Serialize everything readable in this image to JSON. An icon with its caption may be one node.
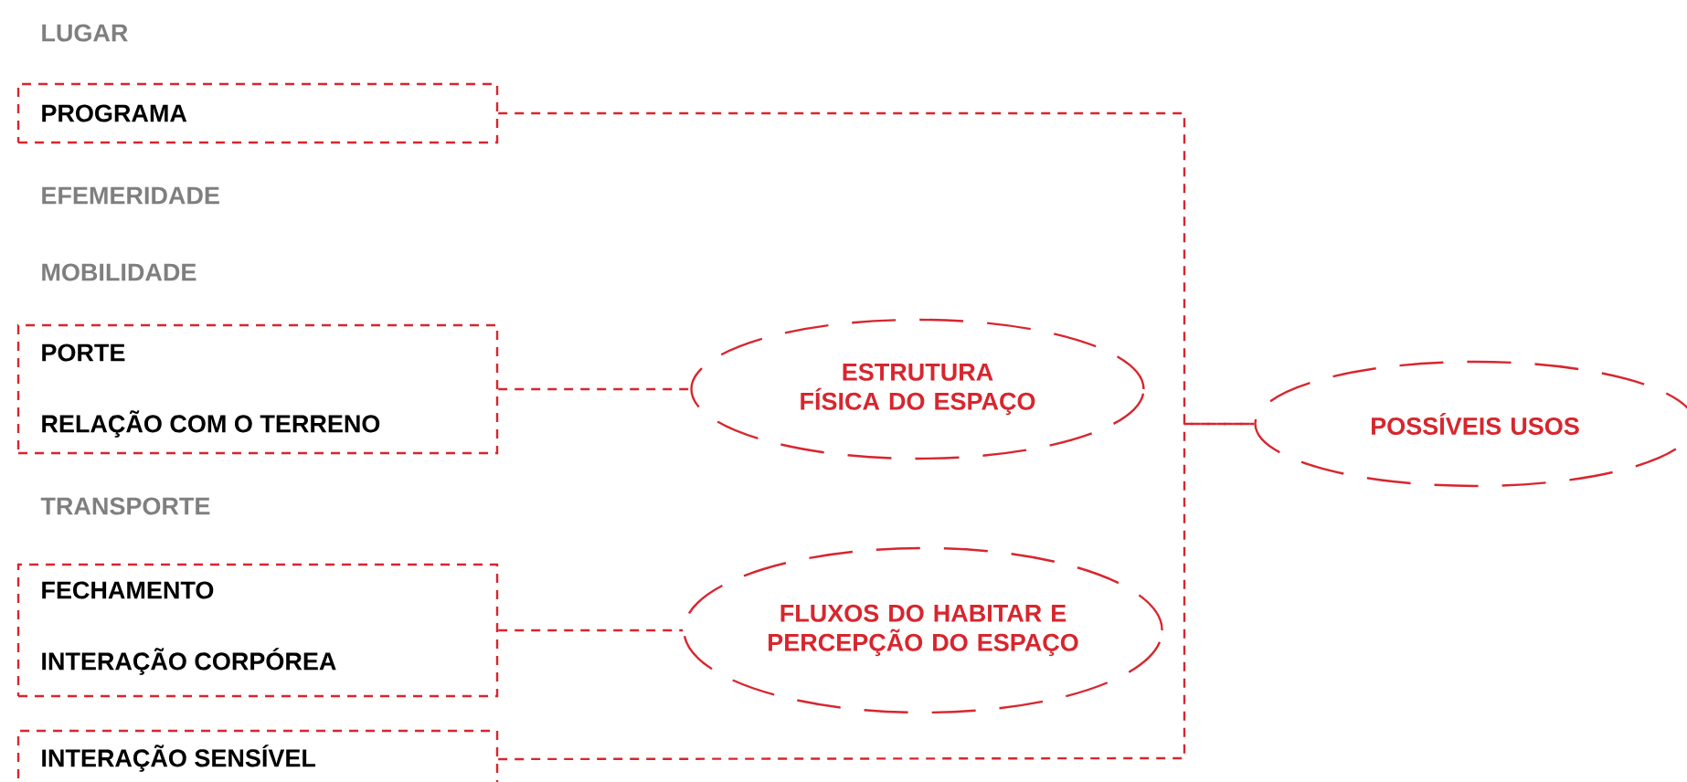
{
  "diagram": {
    "nodes": [
      {
        "text": [
          "PROGRAMA"
        ]
      },
      {
        "text": [
          "PORTE",
          "RELAÇÃO COM O TERRENO"
        ]
      },
      {
        "text": [
          "FECHAMENTO",
          "INTERAÇÃO CORPÓREA"
        ]
      },
      {
        "text": [
          "INTERAÇÃO SENSÍVEL"
        ]
      },
      {
        "text": [
          "ESTRUTURA FÍSICA DO ESPAÇO"
        ]
      },
      {
        "text": [
          "FLUXOS DO HABITAR E PERCEPÇÃO DO ESPAÇO"
        ]
      },
      {
        "text": [
          "POSSÍVEIS USOS"
        ]
      }
    ],
    "edges": [
      {
        "from": 1,
        "to": 4,
        "arrow": "none",
        "style": "dashed"
      },
      {
        "from": 2,
        "to": 5,
        "arrow": "none",
        "style": "dashed"
      },
      {
        "from": 0,
        "to": 6,
        "arrow": "none",
        "style": "dashed"
      },
      {
        "from": 3,
        "to": 6,
        "arrow": "none",
        "style": "dashed"
      }
    ],
    "labels": [
      "LUGAR",
      "EFEMERIDADE",
      "MOBILIDADE",
      "TRANSPORTE"
    ]
  }
}
